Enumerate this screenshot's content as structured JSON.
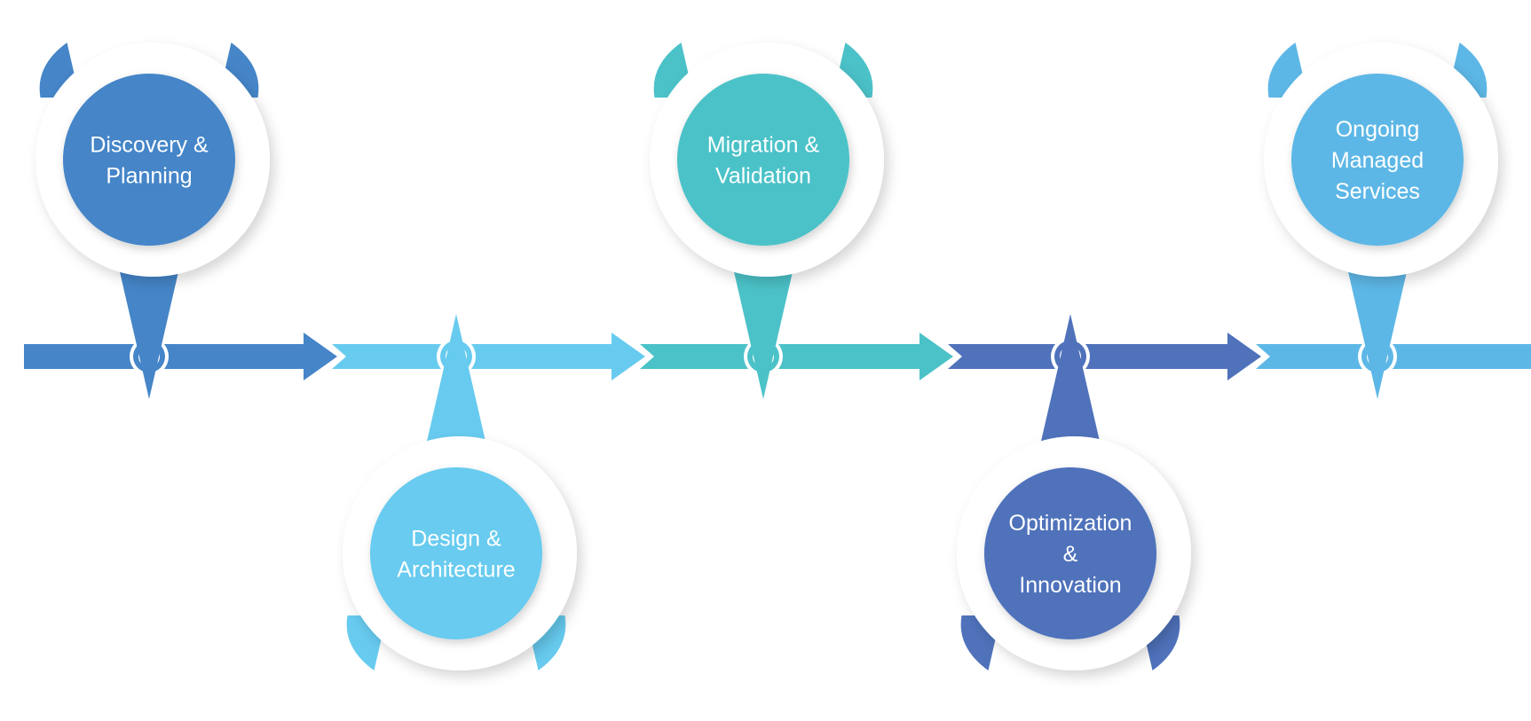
{
  "colors": {
    "background": "#ffffff",
    "ring": "#ffffff"
  },
  "stages": [
    {
      "id": "discovery",
      "label_lines": [
        "Discovery &",
        "Planning"
      ],
      "color": "#4585c8",
      "position": "above"
    },
    {
      "id": "design",
      "label_lines": [
        "Design &",
        "Architecture"
      ],
      "color": "#67cbef",
      "position": "below"
    },
    {
      "id": "migration",
      "label_lines": [
        "Migration &",
        "Validation"
      ],
      "color": "#4bc2c8",
      "position": "above"
    },
    {
      "id": "optimization",
      "label_lines": [
        "Optimization",
        "&",
        "Innovation"
      ],
      "color": "#4f72bb",
      "position": "below"
    },
    {
      "id": "ongoing",
      "label_lines": [
        "Ongoing",
        "Managed",
        "Services"
      ],
      "color": "#5db7e6",
      "position": "above"
    }
  ]
}
